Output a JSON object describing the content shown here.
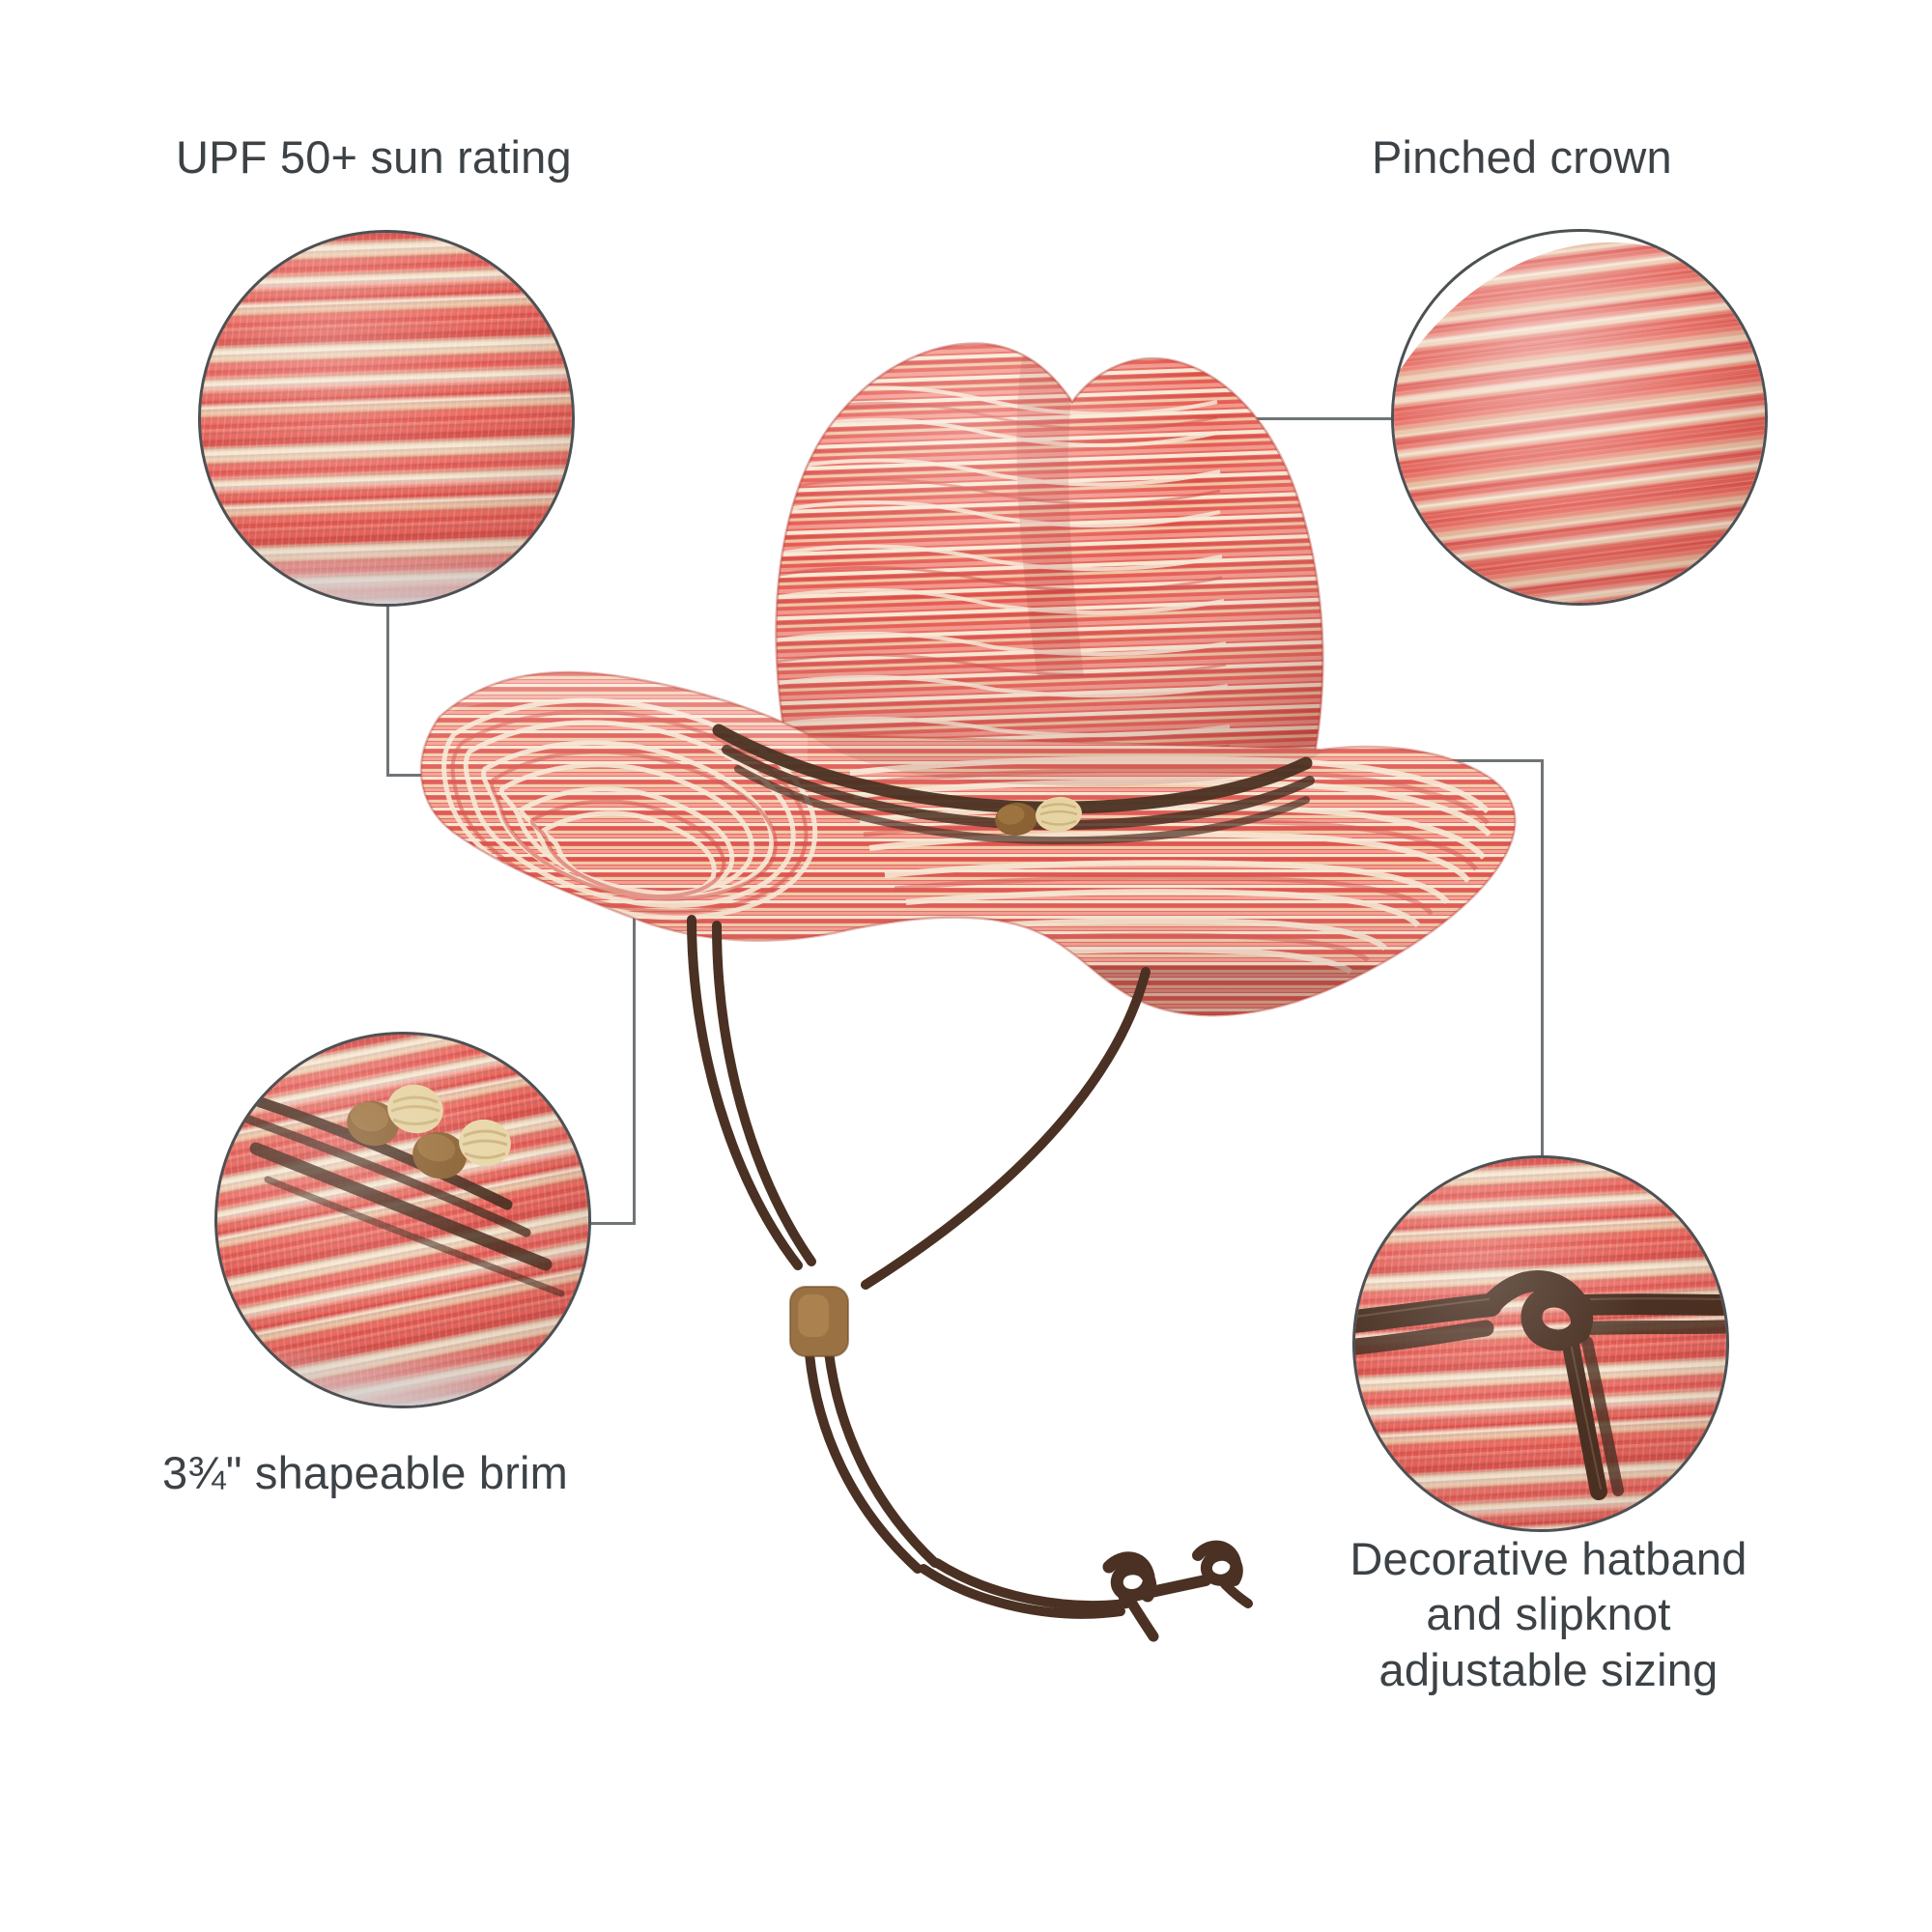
{
  "product": {
    "name": "Striped straw sun hat",
    "body_color": "#e8635a",
    "stripe_color": "#f6e6cf",
    "cord_color": "#5a3a29",
    "bead_light": "#e4cf9b",
    "bead_dark": "#8b6233",
    "background": "#ffffff",
    "label_color": "#3c4246",
    "leader_color": "#6f7477",
    "circle_border_color": "#4c5154"
  },
  "callouts": [
    {
      "id": "upf",
      "label": "UPF 50+ sun rating",
      "detail": "close-up of horizontal coral and cream braided straw weave",
      "position": "top-left"
    },
    {
      "id": "crown",
      "label": "Pinched crown",
      "detail": "close-up of the pinched crown with diagonal ribbed braid",
      "position": "top-right"
    },
    {
      "id": "brim",
      "label": "3¾\" shapeable brim",
      "detail": "close-up of hatband cord with four wooden beads on striped brim",
      "position": "bottom-left"
    },
    {
      "id": "hatband",
      "label": "Decorative hatband\nand slipknot\nadjustable sizing",
      "detail": "close-up of dark brown slipknot tied on the striped hatband",
      "position": "bottom-right"
    }
  ]
}
